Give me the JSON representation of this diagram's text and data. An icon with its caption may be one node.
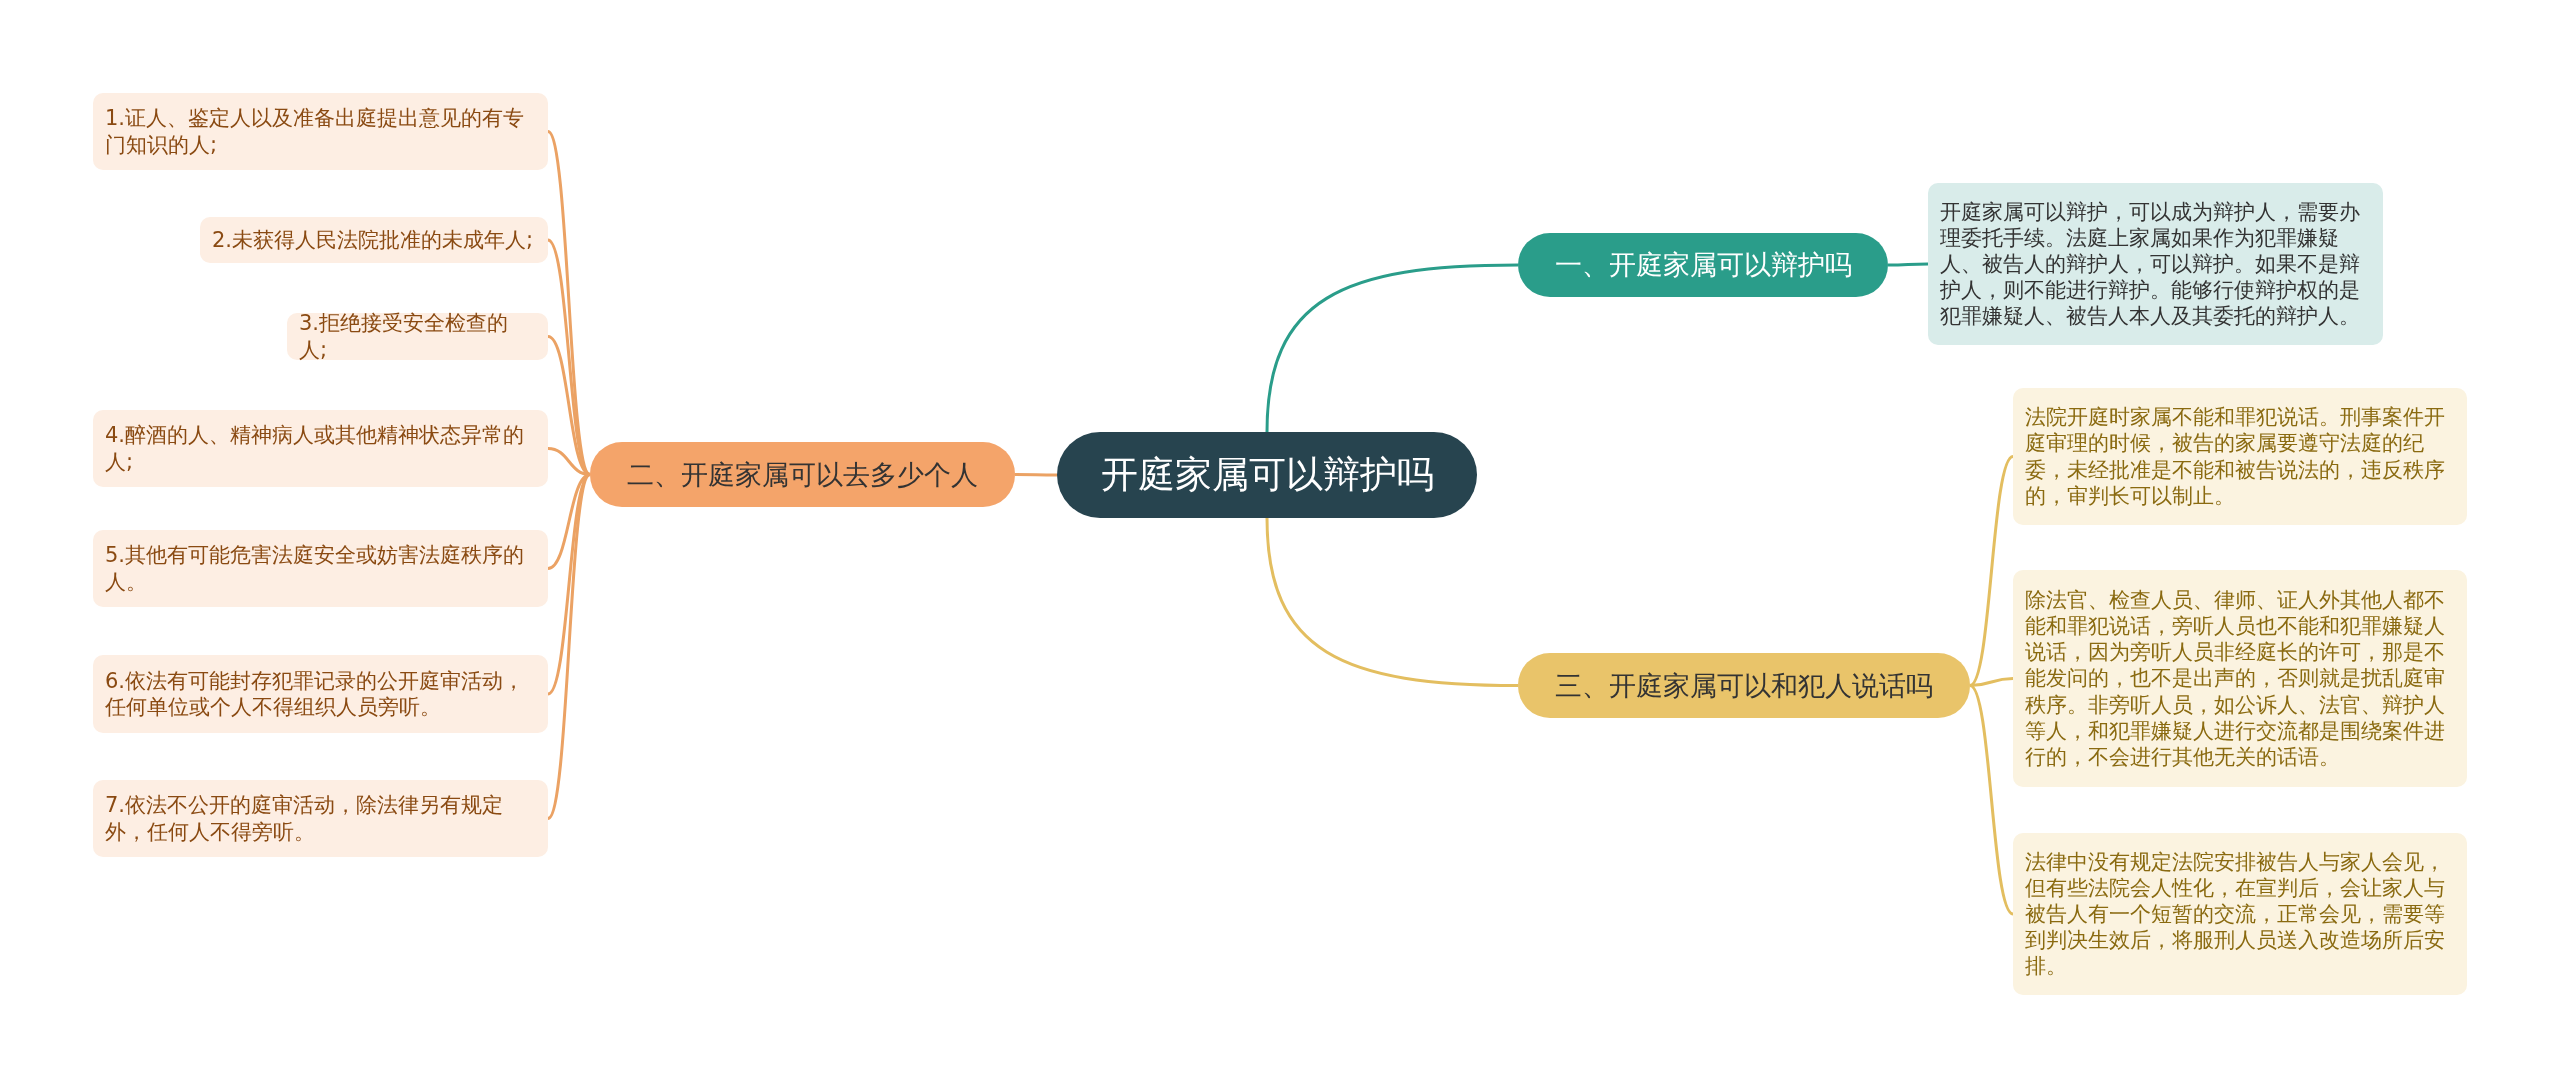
{
  "diagram": {
    "nodes": [
      {
        "text": [
          "开庭家属可以辩护吗"
        ]
      },
      {
        "text": [
          "一、开庭家属可以辩护吗"
        ]
      },
      {
        "text": [
          "开庭家属可以辩护，可以成为辩护人，需要办理委托手续。法庭上家属如果作为犯罪嫌疑人、被告人的辩护人，可以辩护。如果不是辩护人，则不能进行辩护。能够行使辩护权的是犯罪嫌疑人、被告人本人及其委托的辩护人。"
        ]
      },
      {
        "text": [
          "二、开庭家属可以去多少个人"
        ]
      },
      {
        "text": [
          "1.证人、鉴定人以及准备出庭提出意见的有专门知识的人;"
        ]
      },
      {
        "text": [
          "2.未获得人民法院批准的未成年人;"
        ]
      },
      {
        "text": [
          "3.拒绝接受安全检查的人;"
        ]
      },
      {
        "text": [
          "4.醉酒的人、精神病人或其他精神状态异常的人;"
        ]
      },
      {
        "text": [
          "5.其他有可能危害法庭安全或妨害法庭秩序的人。"
        ]
      },
      {
        "text": [
          "6.依法有可能封存犯罪记录的公开庭审活动，任何单位或个人不得组织人员旁听。"
        ]
      },
      {
        "text": [
          "7.依法不公开的庭审活动，除法律另有规定外，任何人不得旁听。"
        ]
      },
      {
        "text": [
          "三、开庭家属可以和犯人说话吗"
        ]
      },
      {
        "text": [
          "法院开庭时家属不能和罪犯说话。刑事案件开庭审理的时候，被告的家属要遵守法庭的纪委，未经批准是不能和被告说法的，违反秩序的，审判长可以制止。"
        ]
      },
      {
        "text": [
          "除法官、检查人员、律师、证人外其他人都不能和罪犯说话，旁听人员也不能和犯罪嫌疑人说话，因为旁听人员非经庭长的许可，那是不能发问的，也不是出声的，否则就是扰乱庭审秩序。非旁听人员，如公诉人、法官、辩护人等人，和犯罪嫌疑人进行交流都是围绕案件进行的，不会进行其他无关的话语。"
        ]
      },
      {
        "text": [
          "法律中没有规定法院安排被告人与家人会见，但有些法院会人性化，在宣判后，会让家人与被告人有一个短暂的交流，正常会见，需要等到判决生效后，将服刑人员送入改造场所后安排。"
        ]
      }
    ],
    "edges": [
      {
        "from": 0,
        "to": 1,
        "arrow": "none",
        "color": "#2a9d8a"
      },
      {
        "from": 1,
        "to": 2,
        "arrow": "none",
        "color": "#2a9d8a"
      },
      {
        "from": 0,
        "to": 3,
        "arrow": "none"
      },
      {
        "from": 3,
        "to": 4,
        "arrow": "none"
      },
      {
        "from": 3,
        "to": 5,
        "arrow": "none"
      },
      {
        "from": 3,
        "to": 6,
        "arrow": "none"
      },
      {
        "from": 3,
        "to": 7,
        "arrow": "none"
      },
      {
        "from": 3,
        "to": 8,
        "arrow": "none"
      },
      {
        "from": 3,
        "to": 9,
        "arrow": "none"
      },
      {
        "from": 3,
        "to": 10,
        "arrow": "none"
      },
      {
        "from": 0,
        "to": 11,
        "arrow": "none",
        "color": "#e3be60"
      },
      {
        "from": 11,
        "to": 12,
        "arrow": "none",
        "color": "#e3be60"
      },
      {
        "from": 11,
        "to": 13,
        "arrow": "none",
        "color": "#e3be60"
      },
      {
        "from": 11,
        "to": 14,
        "arrow": "none",
        "color": "#e3be60"
      }
    ]
  }
}
